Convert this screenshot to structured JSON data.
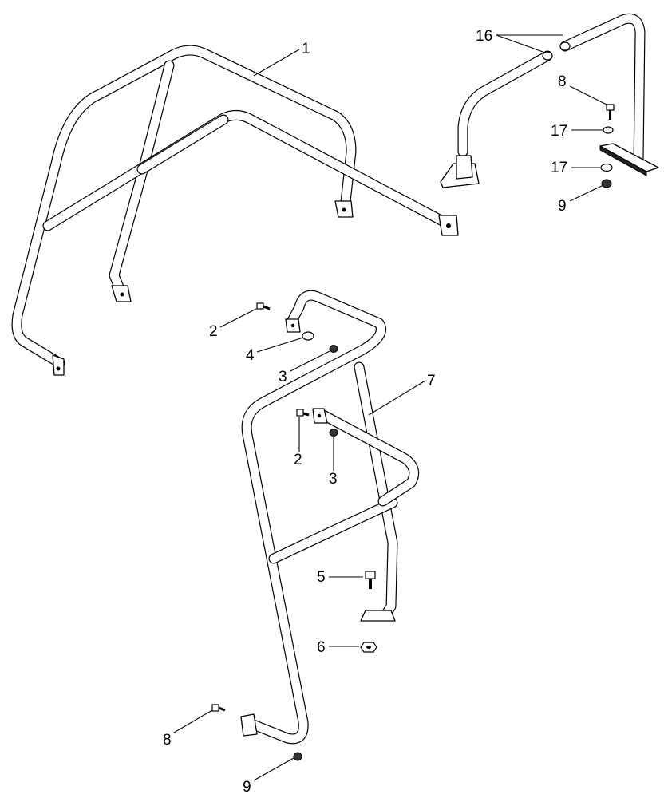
{
  "callouts": {
    "c1": "1",
    "c16": "16",
    "c8_top": "8",
    "c17_a": "17",
    "c17_b": "17",
    "c9_top": "9",
    "c2_a": "2",
    "c4": "4",
    "c3_a": "3",
    "c7": "7",
    "c2_b": "2",
    "c3_b": "3",
    "c5": "5",
    "c6": "6",
    "c8_bottom": "8",
    "c9_bottom": "9"
  }
}
